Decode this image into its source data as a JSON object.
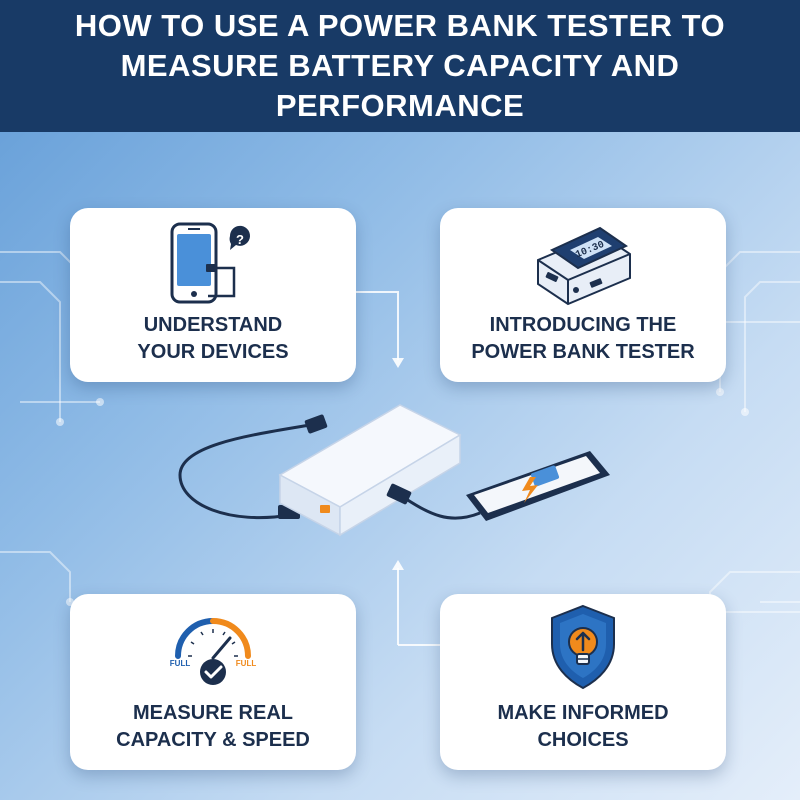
{
  "header": {
    "title_line1": "HOW TO USE A POWER BANK TESTER TO",
    "title_line2": "MEASURE BATTERY CAPACITY AND PERFORMANCE"
  },
  "cards": {
    "understand": {
      "line1": "UNDERSTAND",
      "line2": "YOUR DEVICES",
      "icon": "phone-with-question-icon"
    },
    "tester": {
      "line1": "INTRODUCING THE",
      "line2": "POWER BANK TESTER",
      "icon": "power-bank-tester-icon",
      "display": "10:30"
    },
    "measure": {
      "line1": "MEASURE REAL",
      "line2": "CAPACITY & SPEED",
      "icon": "gauge-check-icon",
      "gauge_left": "FULL",
      "gauge_right": "FULL"
    },
    "choices": {
      "line1": "MAKE INFORMED",
      "line2": "CHOICES",
      "icon": "shield-lightbulb-icon"
    }
  },
  "colors": {
    "header_bg": "#183a66",
    "accent_blue": "#1f5fae",
    "accent_orange": "#f08a1c",
    "label_text": "#1c2f4d"
  }
}
